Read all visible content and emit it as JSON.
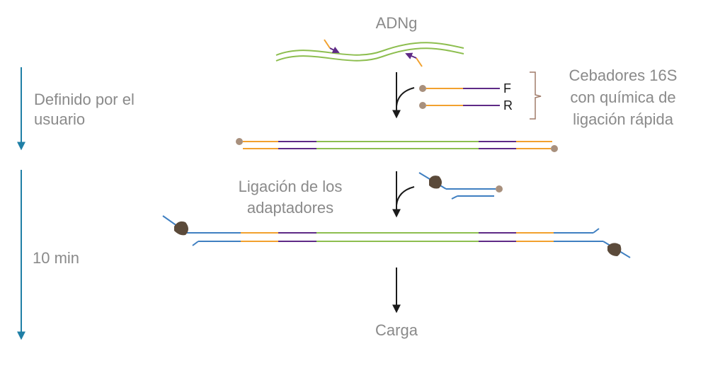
{
  "title": "ADNg",
  "step1_label": [
    "Definido por el",
    "usuario"
  ],
  "step2_label": "10 min",
  "primers_label": [
    "Cebadores 16S",
    "con química de",
    "ligación rápida"
  ],
  "primer_f": "F",
  "primer_r": "R",
  "ligation_label": [
    "Ligación de los",
    "adaptadores"
  ],
  "final_label": "Carga",
  "colors": {
    "dna": "#8dbe4f",
    "primer_tail": "#f2a12e",
    "primer_body": "#5e2a86",
    "adapter": "#3f7fc1",
    "timeline": "#1f7fa6",
    "bead": "#a8907d",
    "motor": "#5b4a3a",
    "bracket": "#a07c6a",
    "arrow": "#1a1a1a",
    "text": "#8a8a8a"
  }
}
